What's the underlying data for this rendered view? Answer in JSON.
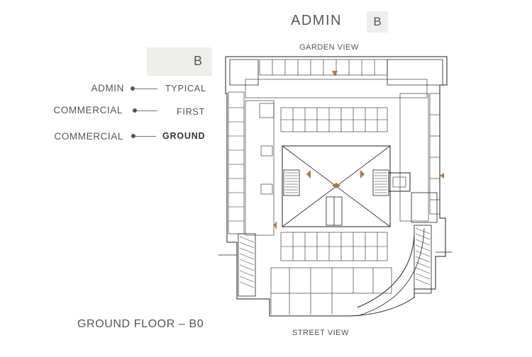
{
  "header": {
    "title": "ADMIN",
    "block_badge": "B"
  },
  "block_selector": {
    "label": "B"
  },
  "levels": [
    {
      "name": "ADMIN",
      "floor": "TYPICAL",
      "active": false
    },
    {
      "name": "COMMERCIAL",
      "floor": "FIRST",
      "active": false
    },
    {
      "name": "COMMERCIAL",
      "floor": "GROUND",
      "active": true
    }
  ],
  "floor_label": "GROUND FLOOR – B0",
  "plan": {
    "top_label": "GARDEN VIEW",
    "bottom_label": "STREET VIEW"
  },
  "colors": {
    "accent": "#a57c3a",
    "line": "#222222"
  }
}
